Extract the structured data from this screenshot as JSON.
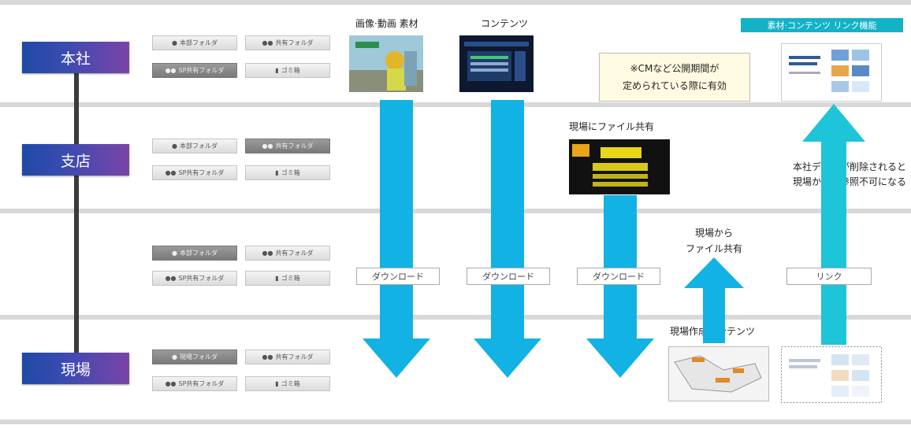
{
  "levels": {
    "honsha": "本社",
    "shiten": "支店",
    "genba": "現場"
  },
  "folder_buttons": {
    "honbu": "本部フォルダ",
    "kyoyu": "共有フォルダ",
    "sp_kyoyu": "SP共有フォルダ",
    "trash": "ゴミ箱",
    "genba": "現場フォルダ"
  },
  "captions": {
    "materials": "画像·動画 素材",
    "contents": "コンテンツ",
    "site_share": "現場にファイル共有",
    "from_site_1": "現場から",
    "from_site_2": "ファイル共有",
    "site_created": "現場作成コンテンツ",
    "deleted_1": "本社データが削除されると",
    "deleted_2": "現場からも参照不可になる"
  },
  "badge": "素材·コンテンツ リンク機能",
  "callout": {
    "line1": "※CMなど公開期間が",
    "line2": "定められている際に有効"
  },
  "actions": {
    "download": "ダウンロード",
    "link": "リンク"
  },
  "colors": {
    "arrow": "#13b2e4",
    "link_arrow": "#1ec4d8",
    "level_start": "#1f4aa6",
    "level_end": "#7a44a8",
    "badge": "#13b2c6"
  }
}
